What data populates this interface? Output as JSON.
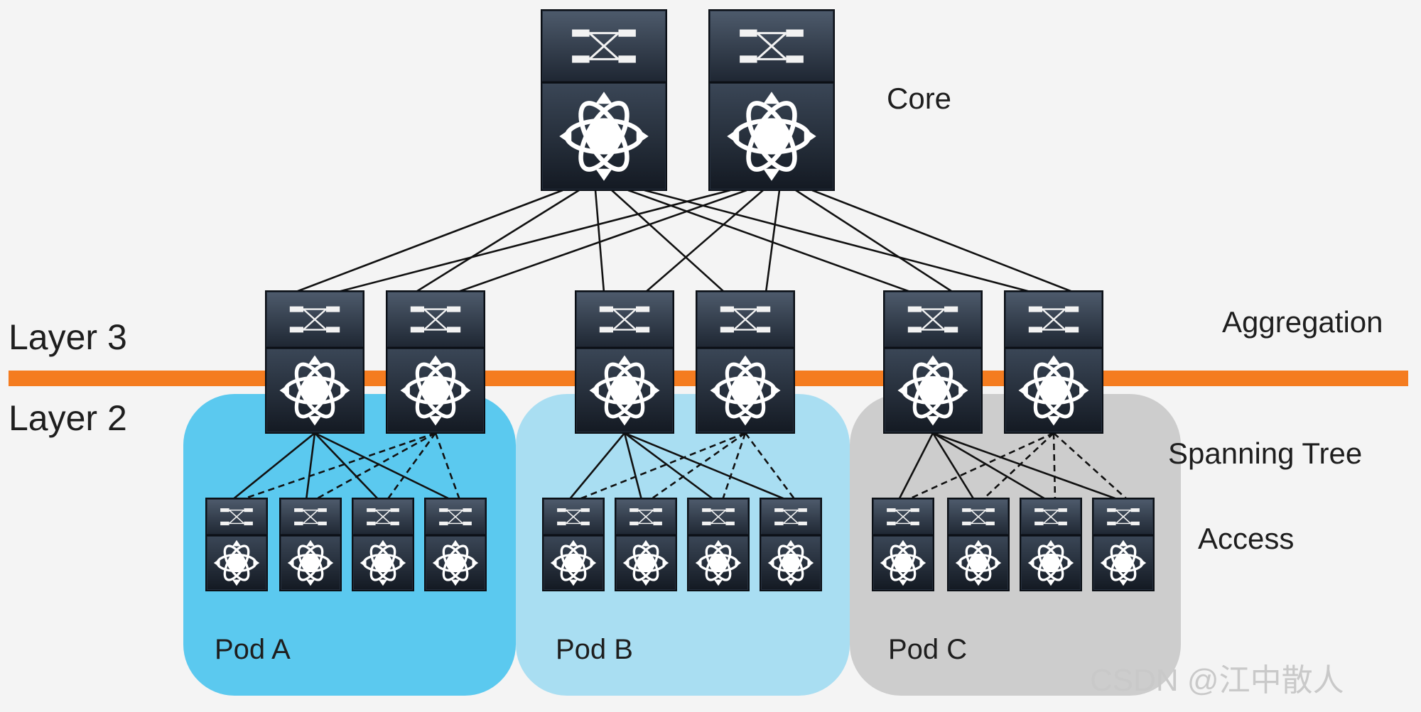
{
  "labels": {
    "core": "Core",
    "aggregation": "Aggregation",
    "spanning_tree": "Spanning Tree",
    "access": "Access",
    "layer3": "Layer 3",
    "layer2": "Layer 2"
  },
  "pods": [
    {
      "id": "a",
      "label": "Pod A",
      "color": "#5bc9ef"
    },
    {
      "id": "b",
      "label": "Pod B",
      "color": "#a9def2"
    },
    {
      "id": "c",
      "label": "Pod C",
      "color": "#cdcdcd"
    }
  ],
  "colors": {
    "background": "#f4f4f4",
    "layer_divider": "#f47c20",
    "switch_body": "#26303e",
    "link": "#111111"
  },
  "icons": {
    "switch": "switch-icon",
    "spanning_tree_link": "dashed-line"
  },
  "watermark": "CSDN @江中散人"
}
